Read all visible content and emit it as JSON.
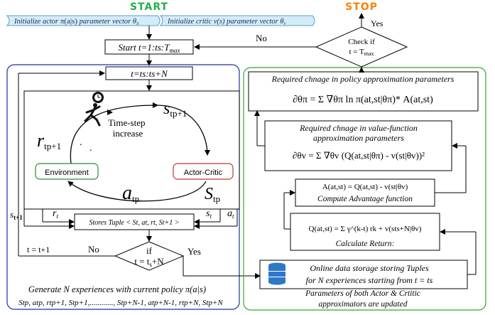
{
  "labels": {
    "start": "START",
    "stop": "STOP",
    "yes_top": "Yes",
    "no_top": "No",
    "init_actor": "Initialize actor π(a|s) parameter vector θπ",
    "init_actor_main": "Initialize actor ",
    "init_actor_pi": "π(a|s)",
    "init_actor_tail": " parameter vector θ",
    "init_actor_sub": "π",
    "init_critic": "Initialize critic v(s) parameter vector θv",
    "init_critic_main": "Initialize critic ",
    "init_critic_v": "v(s)",
    "init_critic_tail": " parameter vector θ",
    "init_critic_sub": "v",
    "start_loop": "Start t=1:ts:Tmax",
    "start_loop_main": "Start t=1:ts:T",
    "start_loop_sub": "max",
    "check_main": "Check if",
    "check_eq": "t = T",
    "check_sub": "max",
    "t_loop": "t=ts:ts+N",
    "time_step_1": "Time-step",
    "time_step_2": "increase",
    "s_tp1": "s",
    "s_tp1_sub": "tp+1",
    "r_tp1": "r",
    "r_tp1_sub": "tp+1",
    "a_tp": "a",
    "a_tp_sub": "tp",
    "s_tp": "S",
    "s_tp_sub": "tp",
    "environment": "Environment",
    "actor_critic": "Actor-Critic",
    "s_t1_left": "s",
    "s_t1_left_sub": "t+1",
    "r_t": "r",
    "r_t_sub": "t",
    "s_t_right": "s",
    "s_t_right_sub": "t",
    "a_t_right": "a",
    "a_t_right_sub": "t",
    "stores_tuple": "Stores Tuple < St, at, rt, St+1 >",
    "t_inc": "t = t+1",
    "no_bottom": "No",
    "yes_bottom": "Yes",
    "if_label": "if",
    "if_eq": "t = t",
    "if_eq_sub": "s",
    "if_eq_tail": "+N",
    "generate_text": "Generate N experiences with current policy π(a|s)",
    "sequence": "Stp, atp, rtp+1, Stp+1,............, Stp+N-1, atp+N-1, rtp+N, Stp+N",
    "required_policy": "Required chnage in policy approximation parameters",
    "policy_formula": "∂θπ = Σ ∇θπ ln π(at,st|θπ)* A(at,st)",
    "required_value_1": "Required chnage in value-function",
    "required_value_2": "approximation parameters",
    "value_formula": "∂θv = Σ ∇θv (Q(at,st|θπ) - v(st|θv))²",
    "advantage_formula": "A(at,st) = Q(at,st) - v(st|θv)",
    "compute_advantage": "Compute Advantage function",
    "return_formula": "Q(at,st) = Σ γ^(k-t) rk + v(sts+N|θv)",
    "calculate_return": "Calculate Return:",
    "storage_1": "Online data storage storing Tuples",
    "storage_2": "for N experiences starting from t = ts",
    "params_updated_1": "Parameters of both Actor & Crtitic",
    "params_updated_2": "approximators are updated"
  },
  "colors": {
    "start": "#22b14c",
    "stop": "#ff7f00",
    "blue_frame": "#1f2ea8",
    "green_frame": "#2fa82f",
    "environment_border": "#2e8b2e",
    "actor_border": "#c0392b",
    "banner_fill": "#d4ecf7",
    "database": "#2e78c8"
  }
}
